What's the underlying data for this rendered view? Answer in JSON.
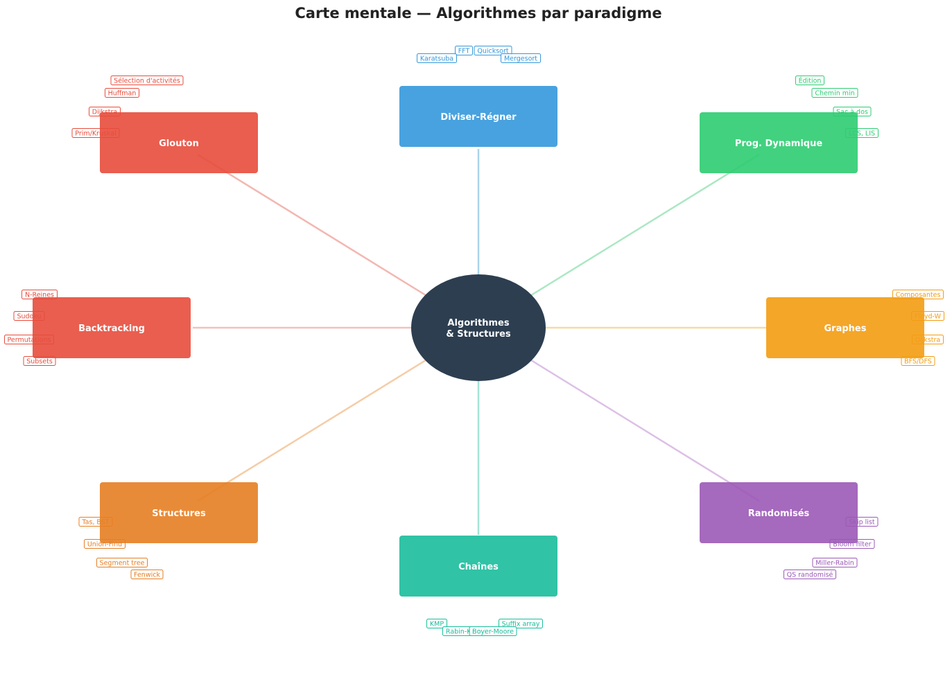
{
  "title": "Carte mentale — Algorithmes par paradigme",
  "center": {
    "lines": [
      "Algorithmes",
      "& Structures"
    ],
    "color": "#2d3e50"
  },
  "branches": [
    {
      "key": "divide",
      "label": "Diviser-Régner",
      "color": "#3498db",
      "line_color": "#a9d4ea",
      "leaves": [
        "FFT",
        "Quicksort",
        "Karatsuba",
        "Mergesort"
      ]
    },
    {
      "key": "dp",
      "label": "Prog. Dynamique",
      "color": "#2ecc71",
      "line_color": "#abe8c3",
      "leaves": [
        "Édition",
        "Chemin min",
        "Sac à dos",
        "LCS, LIS"
      ]
    },
    {
      "key": "graphs",
      "label": "Graphes",
      "color": "#f39c12",
      "line_color": "#f9d9a8",
      "leaves": [
        "Composantes",
        "Floyd-W",
        "Dijkstra",
        "BFS/DFS"
      ]
    },
    {
      "key": "random",
      "label": "Randomisés",
      "color": "#9b59b6",
      "line_color": "#dcc0e6",
      "leaves": [
        "Skip list",
        "Bloom filter",
        "Miller-Rabin",
        "QS randomisé"
      ]
    },
    {
      "key": "strings",
      "label": "Chaînes",
      "color": "#1abc9c",
      "line_color": "#a4e3d6",
      "leaves": [
        "KMP",
        "Suffix array",
        "Rabin-Karp",
        "Boyer-Moore"
      ]
    },
    {
      "key": "structures",
      "label": "Structures",
      "color": "#e67e22",
      "line_color": "#f5cda8",
      "leaves": [
        "Tas, BST",
        "Union-Find",
        "Segment tree",
        "Fenwick"
      ]
    },
    {
      "key": "backtracking",
      "label": "Backtracking",
      "color": "#e74c3c",
      "line_color": "#f2c1bc",
      "leaves": [
        "N-Reines",
        "Sudoku",
        "Permutations",
        "Subsets"
      ]
    },
    {
      "key": "greedy",
      "label": "Glouton",
      "color": "#e74c3c",
      "line_color": "#f2b8b1",
      "leaves": [
        "Sélection d'activités",
        "Huffman",
        "Dijkstra",
        "Prim/Kruskal"
      ]
    }
  ]
}
